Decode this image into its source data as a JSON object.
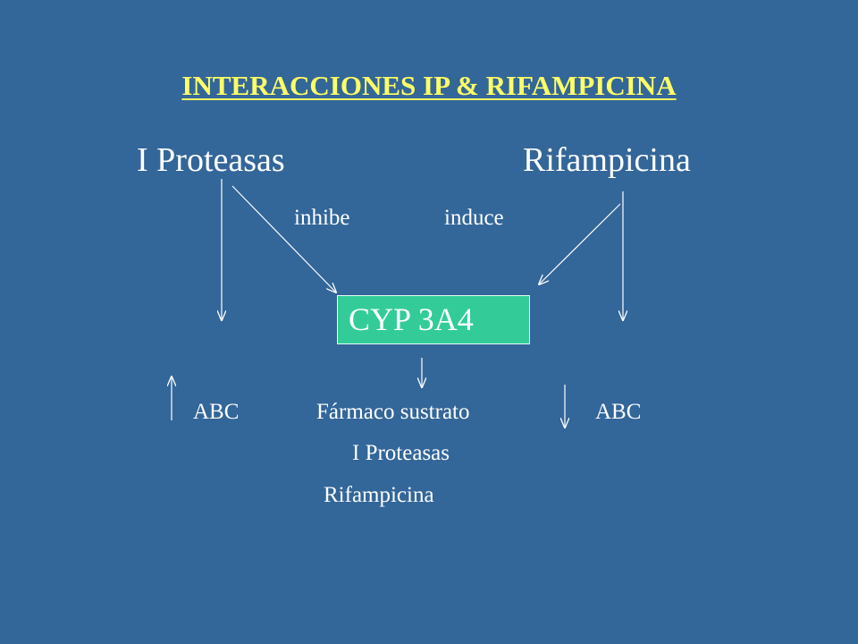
{
  "slide": {
    "title": "INTERACCIONES IP & RIFAMPICINA",
    "left_drug": "I Proteasas",
    "right_drug": "Rifampicina",
    "left_action": "inhibe",
    "right_action": "induce",
    "enzyme": "CYP 3A4",
    "left_effect": "ABC",
    "center_label": "Fármaco sustrato",
    "right_effect": "ABC",
    "substrate_1": "I Proteasas",
    "substrate_2": "Rifampicina"
  },
  "colors": {
    "background": "#336699",
    "title": "#ffff66",
    "enzyme_box": "#33cc99",
    "text": "#ffffff"
  }
}
